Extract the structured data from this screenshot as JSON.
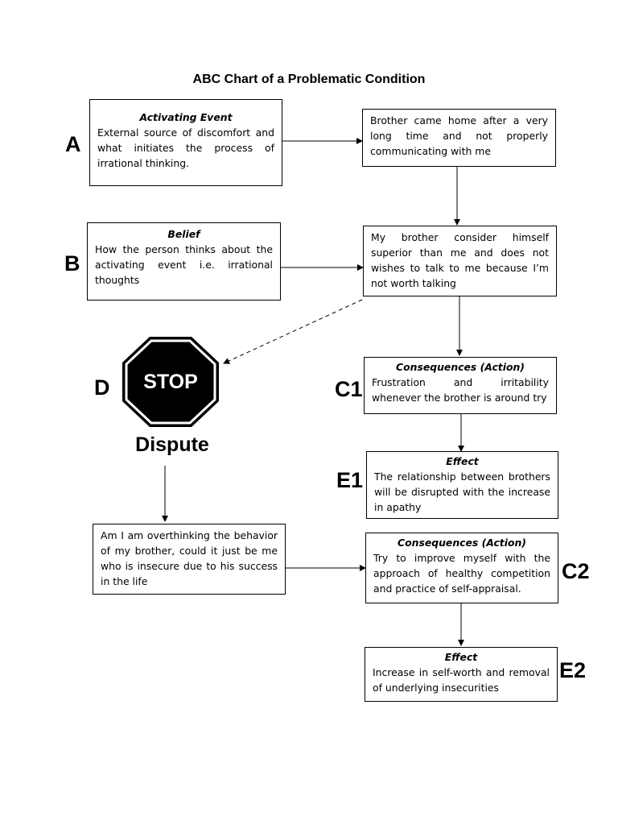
{
  "title": "ABC Chart of a Problematic Condition",
  "letters": {
    "a": "A",
    "b": "B",
    "d": "D",
    "c1": "C1",
    "e1": "E1",
    "c2": "C2",
    "e2": "E2"
  },
  "activating_event": {
    "heading": "Activating Event",
    "text": "External source of discomfort and what initiates the process of irrational thinking."
  },
  "event_example": {
    "text": "Brother came home after a very long time and not properly communicating with me"
  },
  "belief": {
    "heading": "Belief",
    "text": "How the person thinks about the activating event i.e. irrational thoughts"
  },
  "belief_example": {
    "text": "My brother consider himself superior than me and does not wishes to talk to me because I’m not worth talking"
  },
  "consequence_1": {
    "heading": "Consequences (Action)",
    "text": "Frustration and irritability whenever the brother is around try"
  },
  "effect_1": {
    "heading": "Effect",
    "text": "The relationship between brothers will be disrupted with the increase in apathy"
  },
  "stop_sign": {
    "text": "STOP",
    "label": "Dispute"
  },
  "dispute_text": {
    "text": "Am I am overthinking the behavior of my brother, could it just be me who is insecure due to his success in the life"
  },
  "consequence_2": {
    "heading": "Consequences (Action)",
    "text": "Try to improve myself with the approach of healthy competition and practice of self-appraisal."
  },
  "effect_2": {
    "heading": "Effect",
    "text": "Increase in self-worth and removal of underlying insecurities"
  }
}
